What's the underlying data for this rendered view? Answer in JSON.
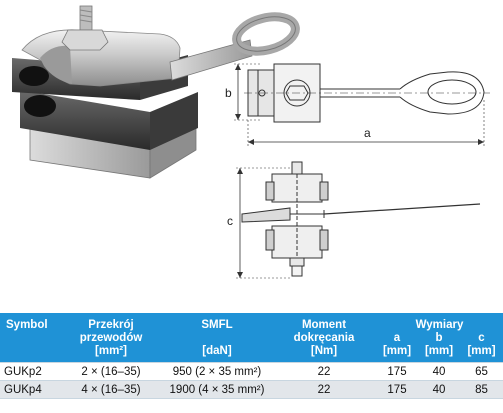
{
  "drawing": {
    "dim_a": "a",
    "dim_b": "b",
    "dim_c": "c"
  },
  "table": {
    "headers": {
      "symbol": "Symbol",
      "cross_section": "Przekrój przewodów",
      "cross_section_unit": "[mm²]",
      "smfl": "SMFL",
      "smfl_unit": "[daN]",
      "torque": "Moment dokręcania",
      "torque_unit": "[Nm]",
      "dimensions": "Wymiary",
      "dim_a": "a",
      "dim_b": "b",
      "dim_c": "c",
      "dim_unit": "[mm]"
    },
    "rows": [
      {
        "symbol": "GUKp2",
        "cross_section": "2 × (16–35)",
        "smfl": "950 (2 × 35 mm²)",
        "torque": "22",
        "a": "175",
        "b": "40",
        "c": "65"
      },
      {
        "symbol": "GUKp4",
        "cross_section": "4 × (16–35)",
        "smfl": "1900 (4 × 35 mm²)",
        "torque": "22",
        "a": "175",
        "b": "40",
        "c": "85"
      }
    ]
  },
  "colors": {
    "header_bg": "#1f92d6",
    "header_text": "#ffffff",
    "row_alt_bg": "#e2e6ea"
  }
}
